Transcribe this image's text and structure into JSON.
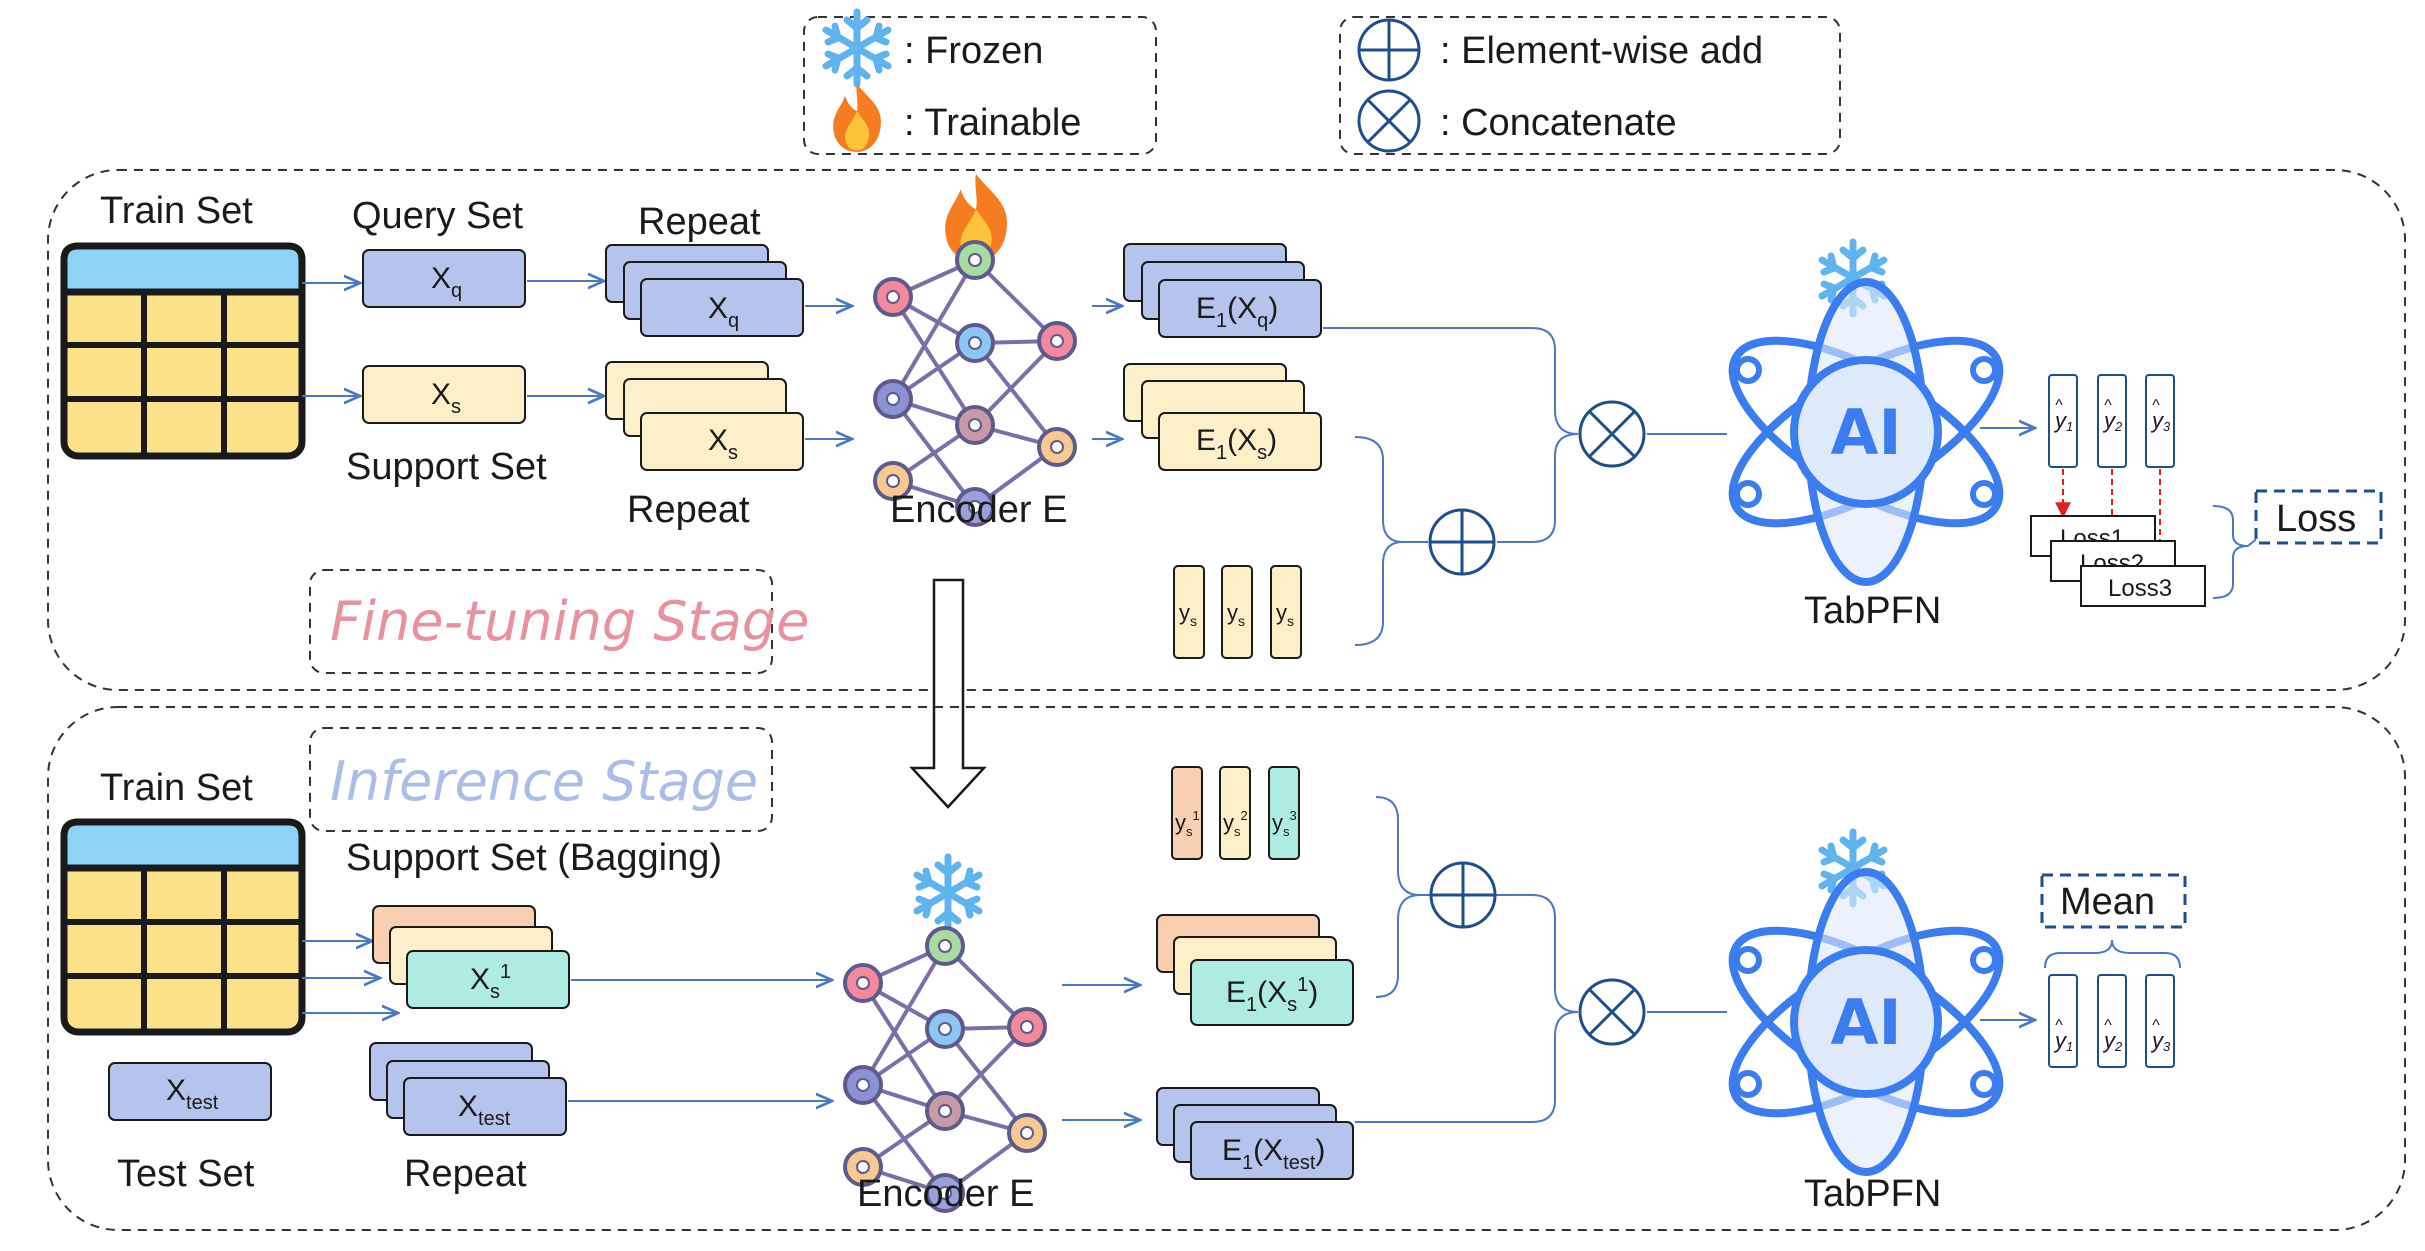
{
  "legend": {
    "frozen": ": Frozen",
    "trainable": ": Trainable",
    "add": ": Element-wise add",
    "concat": ": Concatenate"
  },
  "finetune": {
    "stage_label": "Fine-tuning Stage",
    "train_set": "Train Set",
    "query_set": "Query Set",
    "support_set": "Support Set",
    "repeat_top": "Repeat",
    "repeat_bottom": "Repeat",
    "xq": "X",
    "xq_sub": "q",
    "xs": "X",
    "xs_sub": "s",
    "encoder": "Encoder E",
    "e1xq": "E",
    "e1xq_sub": "1",
    "e1xq_arg": "(X",
    "e1xq_argsub": "q",
    "e1xs": "E",
    "e1xs_sub": "1",
    "e1xs_arg": "(X",
    "e1xs_argsub": "s",
    "ys": "y",
    "ys_sub": "s",
    "tabpfn": "TabPFN",
    "ai": "AI",
    "yhat": [
      "y",
      "y",
      "y"
    ],
    "yhat_sub": [
      "1",
      "2",
      "3"
    ],
    "losses": [
      "Loss1",
      "Loss2",
      "Loss3"
    ],
    "loss": "Loss"
  },
  "inference": {
    "stage_label": "Inference Stage",
    "train_set": "Train Set",
    "support_bagging": "Support Set (Bagging)",
    "test_set": "Test Set",
    "repeat": "Repeat",
    "xtest": "X",
    "xtest_sub": "test",
    "xs1": "X",
    "xs1_sub": "s",
    "xs1_sup": "1",
    "encoder": "Encoder E",
    "ys_labels": [
      "y",
      "y",
      "y"
    ],
    "ys_sub": "s",
    "ys_sup": [
      "1",
      "2",
      "3"
    ],
    "e1xs1": "E",
    "e1xs1_sub": "1",
    "e1xs1_arg": "(X",
    "e1xs1_argsub": "s",
    "e1xs1_argsup": "1",
    "e1xtest": "E",
    "e1xtest_sub": "1",
    "e1xtest_arg": "(X",
    "e1xtest_argsub": "test",
    "tabpfn": "TabPFN",
    "ai": "AI",
    "mean": "Mean",
    "yhat": [
      "y",
      "y",
      "y"
    ],
    "yhat_sub": [
      "1",
      "2",
      "3"
    ]
  },
  "colors": {
    "blue_box": "#b4c4ec",
    "yellow_box": "#fdf0c8",
    "orange_box": "#f8cfb0",
    "teal_box": "#aeebe0",
    "table_header": "#8ed3f5",
    "table_body": "#fbe289",
    "line": "#4a78c2",
    "stage_ft": "#e8929f",
    "stage_inf": "#a9bde6",
    "ai_blue": "#3b7cf0"
  }
}
